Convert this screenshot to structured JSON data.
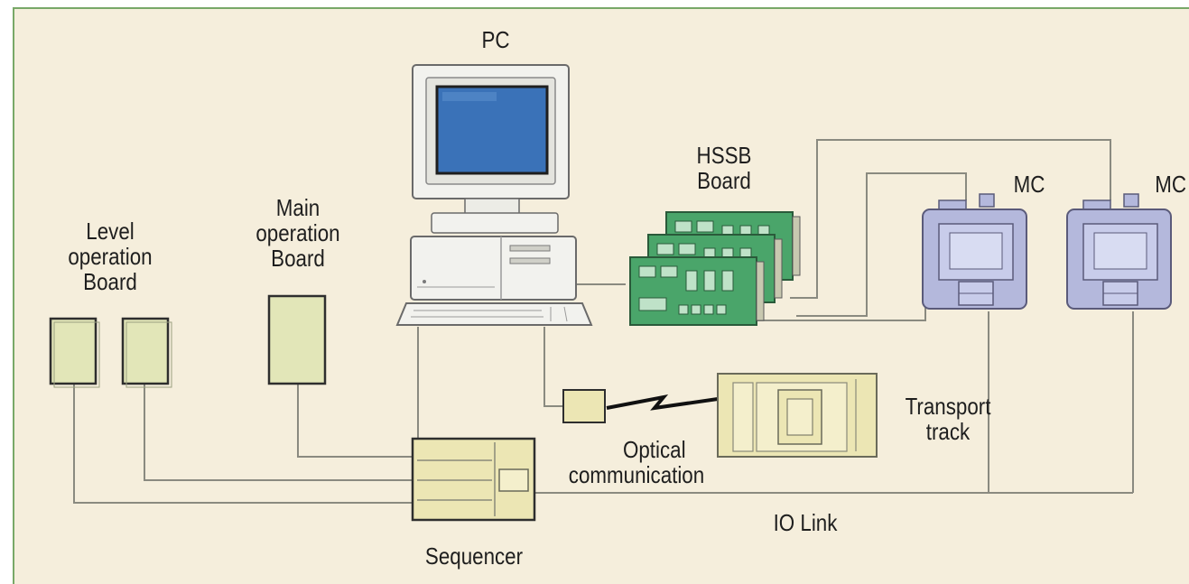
{
  "labels": {
    "pc": "PC",
    "hssb_board": [
      "HSSB",
      "Board"
    ],
    "mc_1": "MC",
    "mc_2": "MC",
    "level_operation_board": [
      "Level",
      "operation",
      "Board"
    ],
    "main_operation_board": [
      "Main",
      "operation",
      "Board"
    ],
    "transport_track": [
      "Transport",
      "track"
    ],
    "optical_communication": [
      "Optical",
      "communication"
    ],
    "io_link": "IO Link",
    "sequencer": "Sequencer"
  },
  "colors": {
    "background": "#f5eedc",
    "frame": "#78a868",
    "wire": "#8a8a80",
    "box_fill": "#e2e6b8",
    "box_border": "#2e2e2e",
    "monitor_screen": "#3a72b8",
    "pcb_green": "#4aa56a",
    "mc_body": "#b4b8dc",
    "sequencer_fill": "#ece6b4",
    "transport_fill": "#ece6b4"
  }
}
